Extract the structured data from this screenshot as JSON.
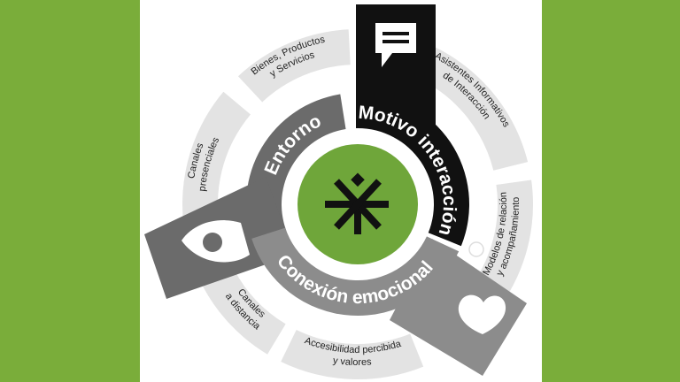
{
  "colors": {
    "background_green": "#7aad3a",
    "center_green": "#6fa63a",
    "motivo_band": "#111111",
    "entorno_band": "#6b6b6b",
    "conexion_band": "#8c8c8c",
    "outer_ring": "#e3e3e3"
  },
  "center": {
    "icon": "asterisk-person-logo-icon"
  },
  "bands": {
    "motivo": {
      "label": "Motivo interacción",
      "icon": "chat-bubble-icon"
    },
    "entorno": {
      "label": "Entorno",
      "icon": "location-pin-icon"
    },
    "conexion": {
      "label": "Conexión emocional",
      "icon": "heart-icon"
    }
  },
  "outer_ring": {
    "bienes": [
      "Bienes, Productos",
      "y Servicios"
    ],
    "canales_presenciales": [
      "Canales",
      "presenciales"
    ],
    "asistentes": [
      "Asistentes Informativos",
      "de Interacción"
    ],
    "modelos": [
      "Modelos de relación",
      "y acompañamiento"
    ],
    "accesibilidad": [
      "Accesibilidad percibida",
      "y valores"
    ],
    "canales_distancia": [
      "Canales",
      "a distancia"
    ]
  }
}
